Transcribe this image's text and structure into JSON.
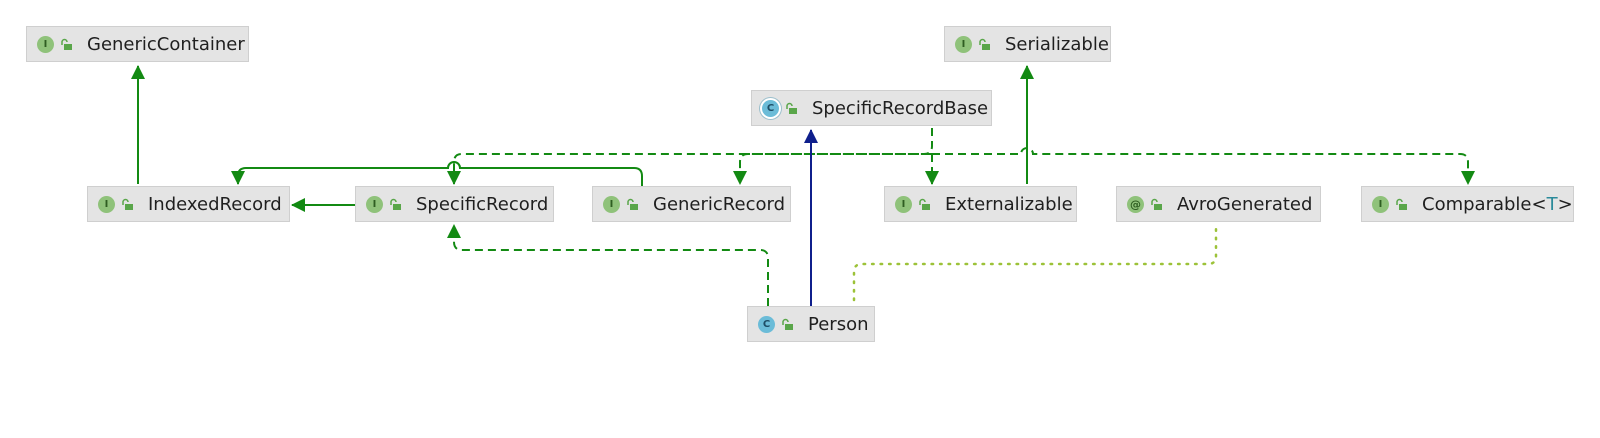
{
  "diagram": {
    "nodes": {
      "generic_container": {
        "name": "GenericContainer",
        "kind": "I"
      },
      "serializable": {
        "name": "Serializable",
        "kind": "I"
      },
      "specific_record_base": {
        "name": "SpecificRecordBase",
        "kind": "C"
      },
      "indexed_record": {
        "name": "IndexedRecord",
        "kind": "I"
      },
      "specific_record": {
        "name": "SpecificRecord",
        "kind": "I"
      },
      "generic_record": {
        "name": "GenericRecord",
        "kind": "I"
      },
      "externalizable": {
        "name": "Externalizable",
        "kind": "I"
      },
      "avro_generated": {
        "name": "AvroGenerated",
        "kind": "@"
      },
      "comparable": {
        "name": "Comparable",
        "kind": "I",
        "lt": "<",
        "type_param": "T",
        "gt": ">"
      },
      "person": {
        "name": "Person",
        "kind": "C"
      }
    }
  },
  "colors": {
    "extends_interface": "#138a13",
    "implements": "#138a13",
    "extends_class": "#0f1f8c",
    "annotation_link": "#9cc238",
    "node_bg": "#e4e4e4",
    "node_border": "#cfcfcf"
  },
  "icons": {
    "interface": "interface-icon",
    "class": "class-icon",
    "abstract_class": "abstract-class-icon",
    "annotation": "annotation-icon",
    "visibility": "public-lock-icon"
  }
}
